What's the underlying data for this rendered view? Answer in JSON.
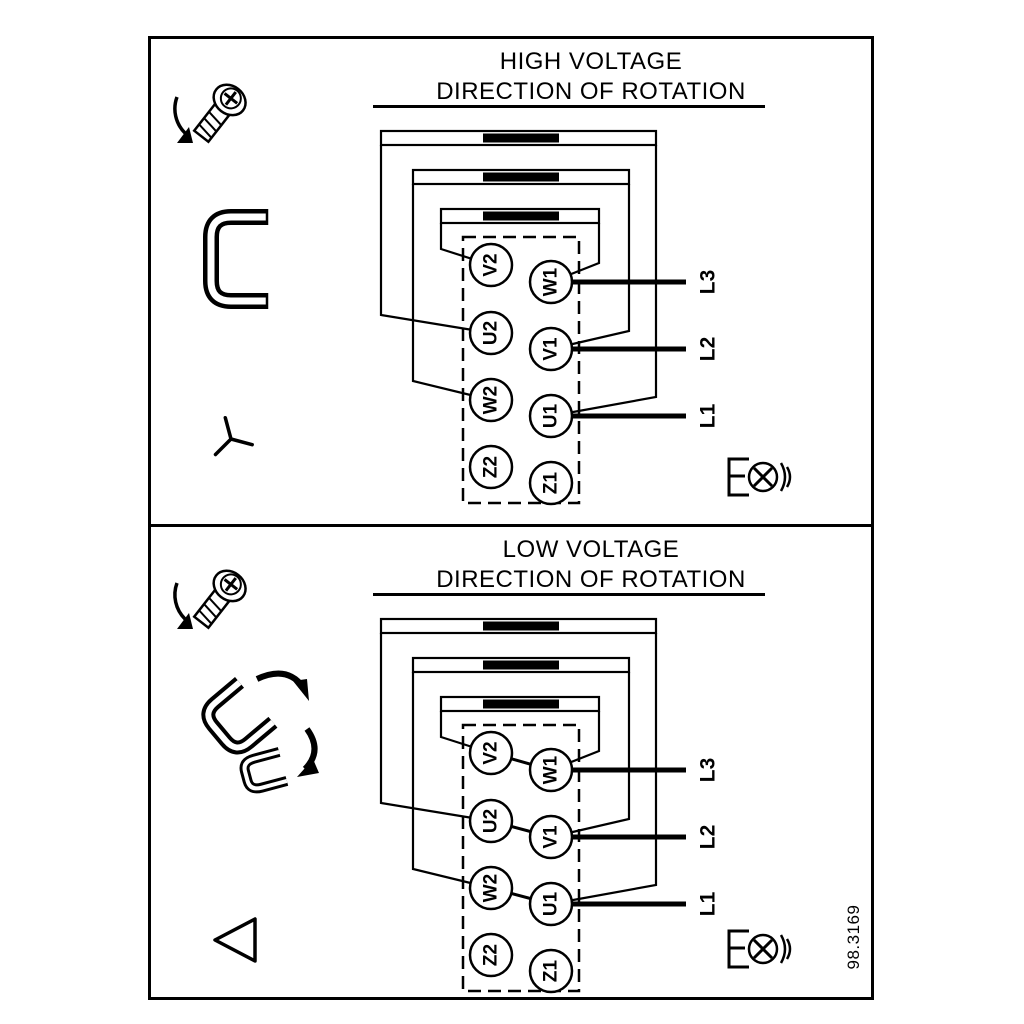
{
  "figure_number": "98.3169",
  "colors": {
    "line": "#000000",
    "background": "#ffffff"
  },
  "panels": [
    {
      "id": "high-voltage",
      "title_line1": "HIGH VOLTAGE",
      "title_line2": "DIRECTION OF ROTATION",
      "connection_symbol": "star",
      "terminals": {
        "left": [
          "V2",
          "U2",
          "W2",
          "Z2"
        ],
        "right": [
          "W1",
          "V1",
          "U1",
          "Z1"
        ]
      },
      "supply_lines": [
        "L3",
        "L2",
        "L1"
      ]
    },
    {
      "id": "low-voltage",
      "title_line1": "LOW VOLTAGE",
      "title_line2": "DIRECTION OF ROTATION",
      "connection_symbol": "delta",
      "terminals": {
        "left": [
          "V2",
          "U2",
          "W2",
          "Z2"
        ],
        "right": [
          "W1",
          "V1",
          "U1",
          "Z1"
        ]
      },
      "supply_lines": [
        "L3",
        "L2",
        "L1"
      ]
    }
  ]
}
